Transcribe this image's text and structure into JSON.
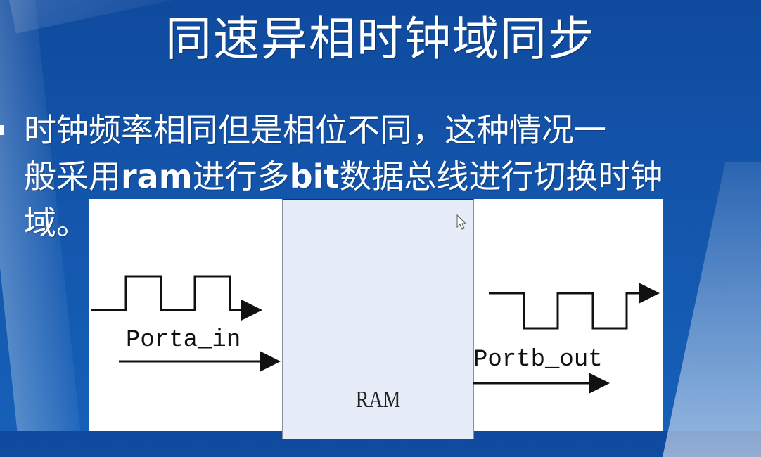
{
  "slide": {
    "title": "同速异相时钟域同步",
    "bullet": {
      "line1": "时钟频率相同但是相位不同，这种情况一",
      "line2_a": "般采用",
      "line2_b": "ram",
      "line2_c": "进行多",
      "line2_d": "bit",
      "line2_e": "数据总线进行切换时钟",
      "line3": "域。"
    }
  },
  "diagram": {
    "ram_label": "RAM",
    "input_label": "Porta_in",
    "output_label": "Portb_out",
    "input_wave": "clock-square-wave",
    "output_wave": "clock-square-wave-inverted-phase"
  },
  "colors": {
    "background": "#1354aa",
    "text": "#ffffff",
    "ram_fill": "#e6edf8",
    "figure_bg": "#ffffff",
    "stroke": "#111111"
  }
}
